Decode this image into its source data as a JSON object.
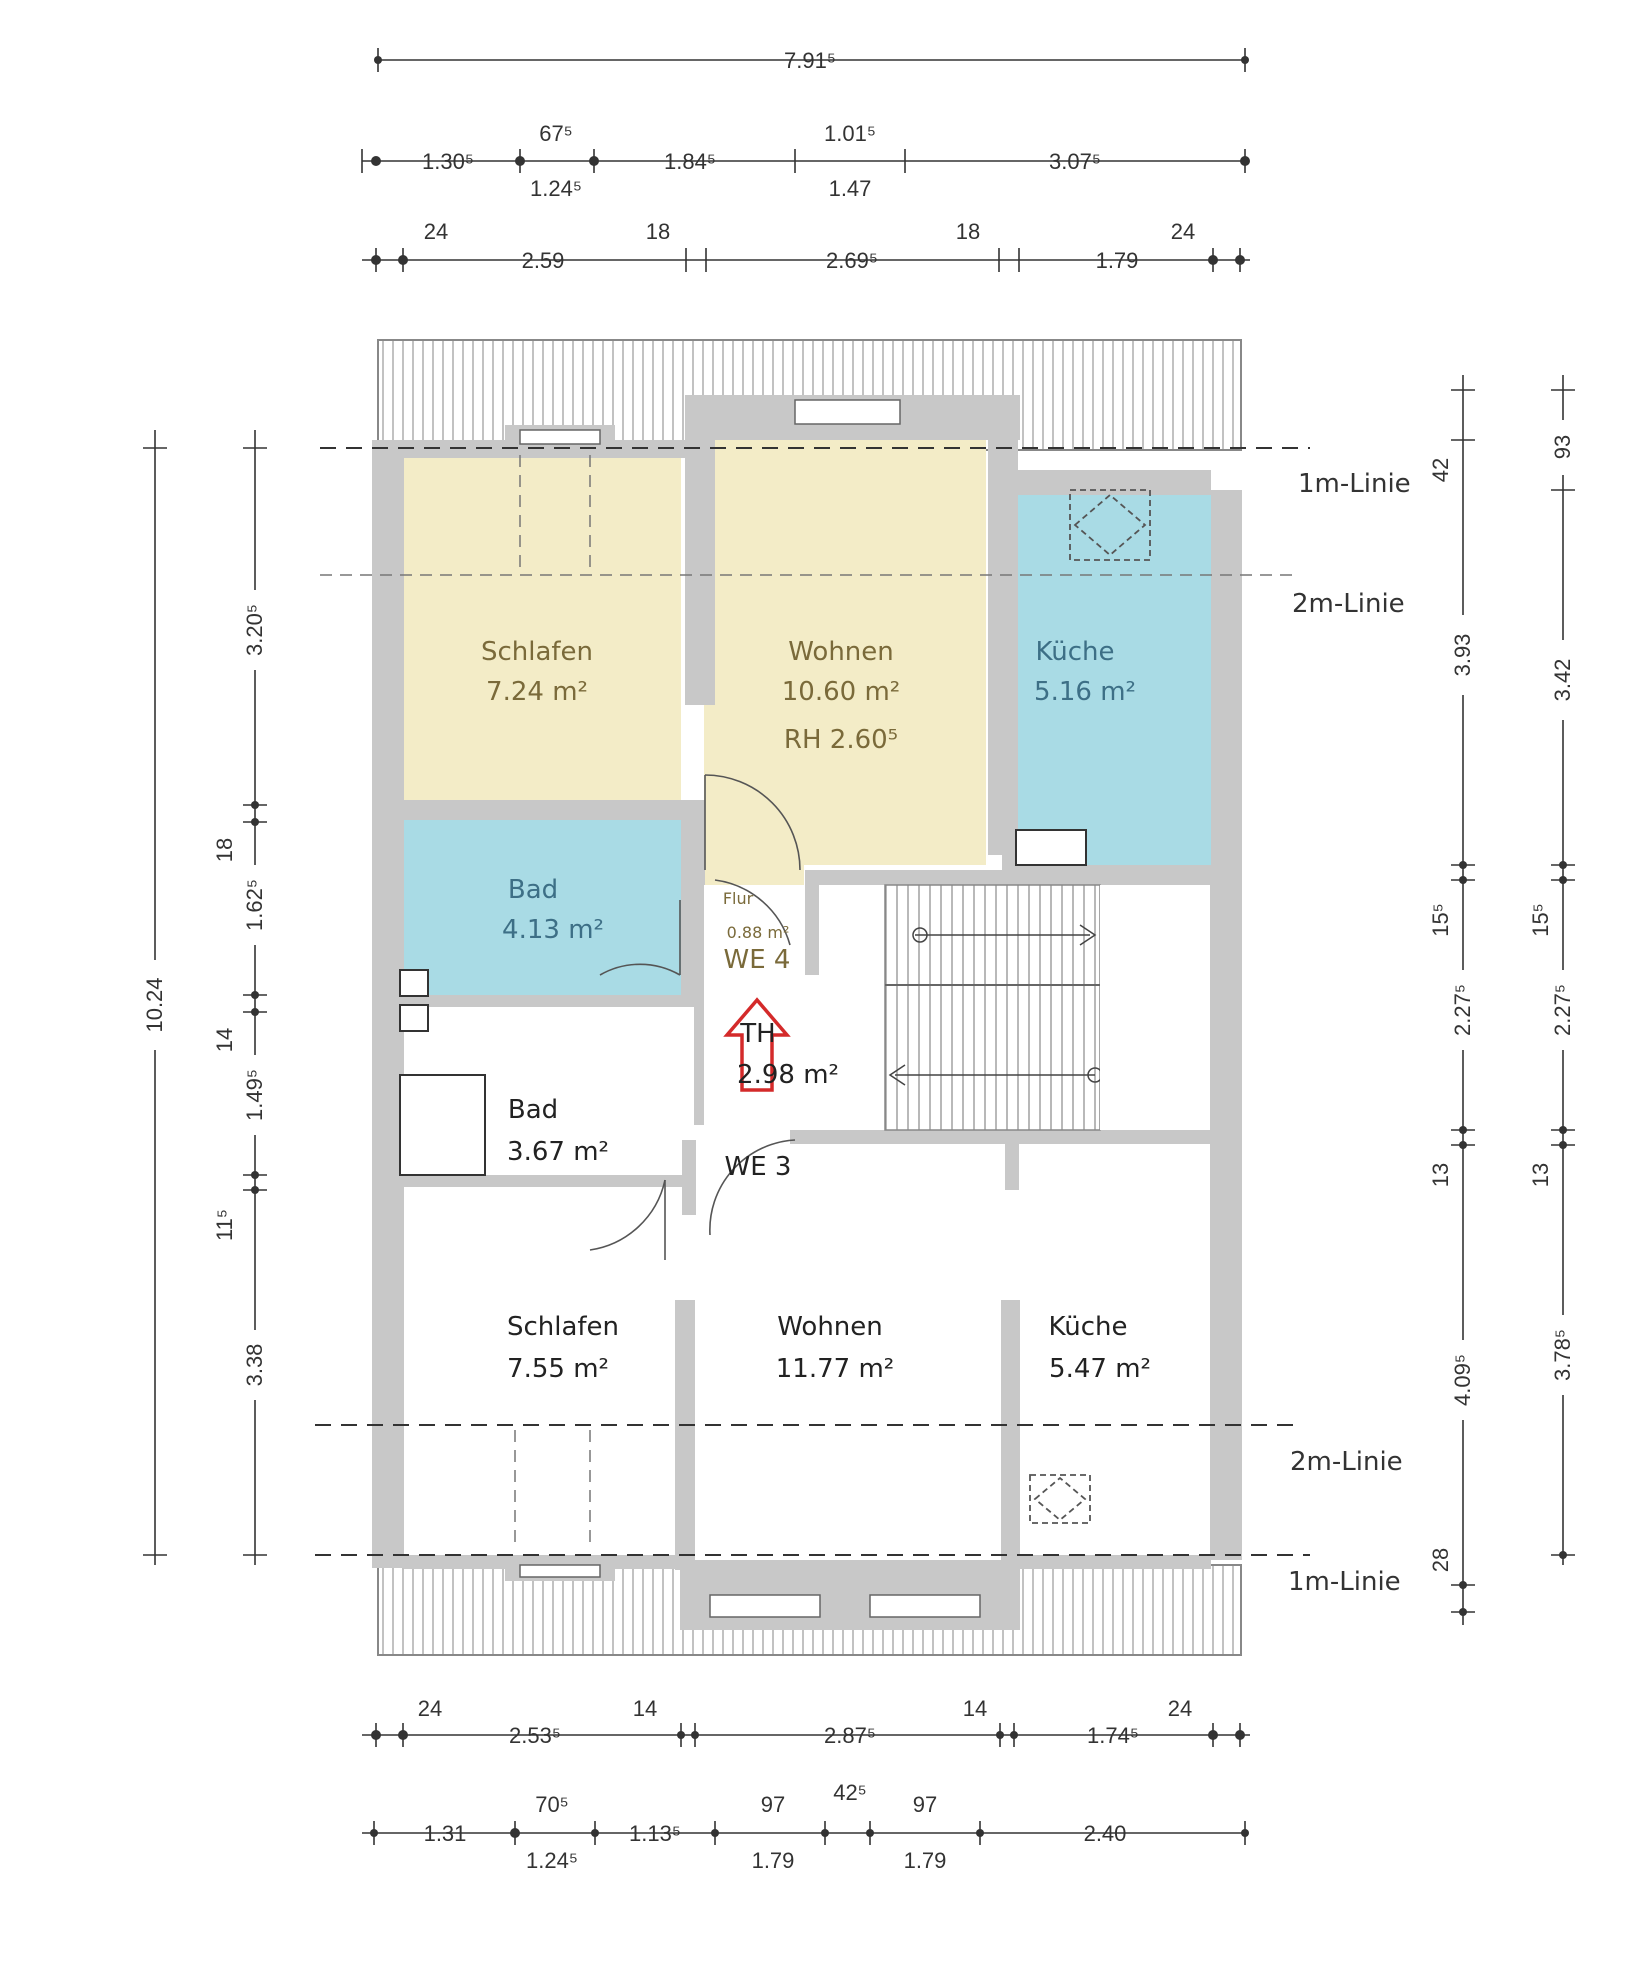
{
  "colors": {
    "yellow_room": "#f3ecc7",
    "blue_room": "#a9dbe5",
    "wall": "#c8c8c8",
    "text_yellow": "#7a6a3a",
    "text_blue": "#3d6f86",
    "arrow": "#d42a2a"
  },
  "dimensions": {
    "top": {
      "row1": [
        "7.91⁵"
      ],
      "row2_upper": [
        "67⁵",
        "1.01⁵"
      ],
      "row2_main": [
        "1.30⁵",
        "1.84⁵",
        "3.07⁵"
      ],
      "row2_lower": [
        "1.24⁵",
        "1.47"
      ],
      "row3_upper": [
        "24",
        "18",
        "18",
        "24"
      ],
      "row3_main": [
        "2.59",
        "2.69⁵",
        "1.79"
      ]
    },
    "bottom": {
      "row1_upper": [
        "24",
        "14",
        "14",
        "24"
      ],
      "row1_main": [
        "2.53⁵",
        "2.87⁵",
        "1.74⁵"
      ],
      "row2_upper": [
        "70⁵",
        "97",
        "42⁵",
        "97"
      ],
      "row2_main": [
        "1.31",
        "1.13⁵",
        "2.40"
      ],
      "row2_lower": [
        "1.24⁵",
        "1.79",
        "1.79"
      ]
    },
    "left": {
      "outer": [
        "10.24"
      ],
      "inner_main": [
        "3.20⁵",
        "1.62⁵",
        "1.49⁵",
        "3.38"
      ],
      "inner_small": [
        "18",
        "14",
        "11⁵"
      ]
    },
    "right": {
      "inner": [
        "42",
        "3.93",
        "15⁵",
        "2.27⁵",
        "13",
        "4.09⁵",
        "28"
      ],
      "outer": [
        "93",
        "3.42",
        "15⁵",
        "2.27⁵",
        "13",
        "3.78⁵"
      ]
    }
  },
  "lines": {
    "top_1m": "1m-Linie",
    "top_2m": "2m-Linie",
    "bottom_2m": "2m-Linie",
    "bottom_1m": "1m-Linie"
  },
  "rooms": {
    "we4_schlafen": {
      "name": "Schlafen",
      "area": "7.24 m²"
    },
    "we4_wohnen": {
      "name": "Wohnen",
      "area": "10.60 m²",
      "rh": "RH 2.60⁵"
    },
    "we4_kueche": {
      "name": "Küche",
      "area": "5.16 m²"
    },
    "we4_bad": {
      "name": "Bad",
      "area": "4.13 m²"
    },
    "we4_flur": {
      "name": "Flur",
      "area": "0.88 m²"
    },
    "we4_label": "WE 4",
    "th": {
      "name": "TH",
      "area": "2.98 m²"
    },
    "we3_bad": {
      "name": "Bad",
      "area": "3.67 m²"
    },
    "we3_label": "WE 3",
    "we3_schlafen": {
      "name": "Schlafen",
      "area": "7.55 m²"
    },
    "we3_wohnen": {
      "name": "Wohnen",
      "area": "11.77 m²"
    },
    "we3_kueche": {
      "name": "Küche",
      "area": "5.47 m²"
    }
  }
}
